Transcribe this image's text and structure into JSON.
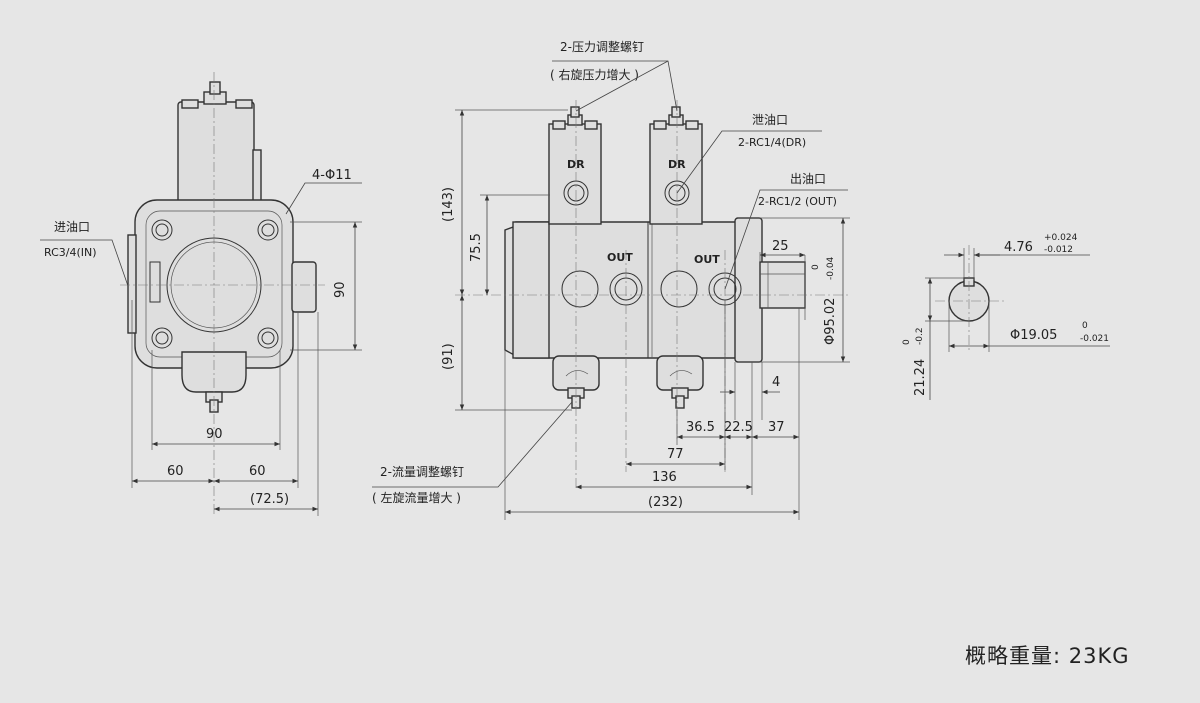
{
  "front_view": {
    "bolt_holes": "4-Φ11",
    "inlet_label": "进油口",
    "inlet_spec": "RC3/4(IN)",
    "height_dim": "90",
    "width_dim": "90",
    "left_half": "60",
    "right_half": "60",
    "offset_dim": "(72.5)"
  },
  "side_view": {
    "pressure_screw": "2-压力调整螺钉",
    "pressure_note": "( 右旋压力增大 )",
    "drain_label": "泄油口",
    "drain_spec": "2-RC1/4(DR)",
    "outlet_label": "出油口",
    "outlet_spec": "2-RC1/2 (OUT)",
    "flow_screw": "2-流量调整螺钉",
    "flow_note": "( 左旋流量增大 )",
    "dr_marks": [
      "DR",
      "DR"
    ],
    "out_marks": [
      "OUT",
      "OUT"
    ],
    "upper_total": "(143)",
    "upper_center": "75.5",
    "lower_total": "(91)",
    "shaft_length": "25",
    "shaft_diameter": "Φ95.02",
    "shaft_tol_upper": "0",
    "shaft_tol_lower": "-0.04",
    "flange_gap": "4",
    "d1": "36.5",
    "d2": "22.5",
    "d3": "37",
    "d4": "77",
    "d5": "136",
    "overall": "(232)"
  },
  "shaft_section": {
    "key_width": "4.76",
    "key_tol_upper": "+0.024",
    "key_tol_lower": "-0.012",
    "shaft_dia": "Φ19.05",
    "shaft_tol_upper": "0",
    "shaft_tol_lower": "-0.021",
    "key_height": "21.24",
    "height_tol_upper": "0",
    "height_tol_lower": "-0.2"
  },
  "weight_text": "概略重量: 23KG"
}
